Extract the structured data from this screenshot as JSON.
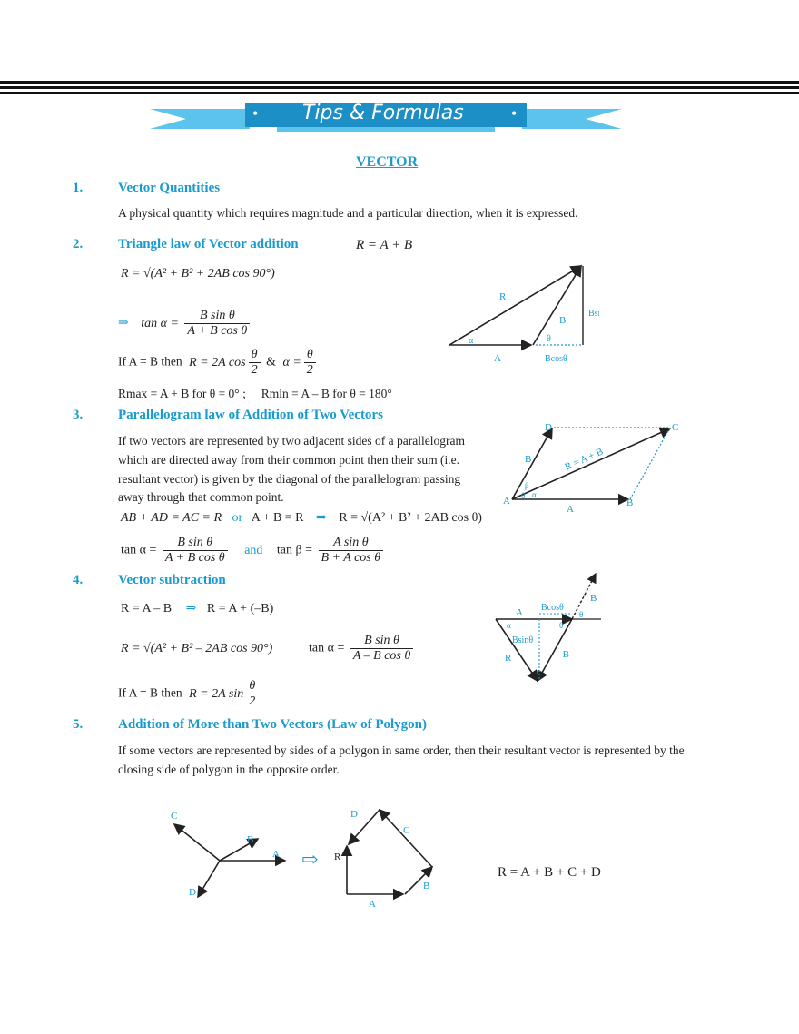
{
  "banner": {
    "title": "Tips & Formulas",
    "bullet": "•"
  },
  "heading": "VECTOR",
  "sections": [
    {
      "num": "1.",
      "title": "Vector Quantities"
    },
    {
      "num": "2.",
      "title": "Triangle law of Vector addition"
    },
    {
      "num": "3.",
      "title": "Parallelogram law of Addition of Two Vectors"
    },
    {
      "num": "4.",
      "title": "Vector subtraction"
    },
    {
      "num": "5.",
      "title": "Addition of More than Two Vectors (Law of Polygon)"
    }
  ],
  "s1": {
    "text": "A physical quantity which requires magnitude and a particular direction, when it is expressed."
  },
  "s2": {
    "header_eq": "R = A + B",
    "eq_r": "R = √(A² + B² + 2AB cos 90°)",
    "tan_prefix": "⇒",
    "tan_lhs": "tan α =",
    "tan_num": "B sin θ",
    "tan_den": "A + B cos θ",
    "ifab_text": "If A = B then",
    "ifab_eq": "R = 2A cos",
    "theta": "θ",
    "two": "2",
    "amp": "&",
    "alpha_eq": "α =",
    "rmax_rmin": "Rmax = A + B for θ = 0° ;     Rmin = A – B for θ = 180°",
    "fig": {
      "R": "R",
      "B": "B",
      "A": "A",
      "alpha": "α",
      "theta": "θ",
      "bsin": "Bsinθ",
      "bcos": "Bcosθ"
    }
  },
  "s3": {
    "para": [
      "If  two vectors are represented by two adjacent sides of a parallelogram",
      "which are directed away from their common point then their sum (i.e.",
      "resultant vector) is given by the diagonal of the parallelogram passing",
      "away through that common point."
    ],
    "eq1": "AB + AD = AC = R",
    "or": "or",
    "eq2": "A + B = R",
    "arrow": "⇒",
    "eq3": "R = √(A² + B² + 2AB cos θ)",
    "tana_lhs": "tan α =",
    "tana_num": "B sin θ",
    "tana_den": "A + B cos θ",
    "and": "and",
    "tanb_lhs": "tan β =",
    "tanb_num": "A sin θ",
    "tanb_den": "B + A cos θ",
    "fig": {
      "D": "D",
      "C": "C",
      "A": "A",
      "B": "B",
      "vecB": "B",
      "vecA": "A",
      "diag": "R = A + B",
      "beta": "β",
      "alpha": "α",
      "theta": "θ"
    }
  },
  "s4": {
    "eq1": "R = A – B",
    "arrow": "⇒",
    "eq2": "R = A + (–B)",
    "eq3": "R = √(A² + B² – 2AB cos 90°)",
    "tan_lhs": "tan α =",
    "tan_num": "B sin θ",
    "tan_den": "A – B cos θ",
    "ifab_text": "If A = B then",
    "ifab_eq": "R = 2A sin",
    "theta": "θ",
    "two": "2",
    "fig": {
      "A": "A",
      "B": "B",
      "R": "R",
      "negB": "-B",
      "bcos": "Bcosθ",
      "bsin": "Bsinθ",
      "alpha": "α",
      "theta": "θ"
    }
  },
  "s5": {
    "para": [
      "If some vectors are represented by sides of a polygon in same order, then their resultant vector is represented by the",
      "closing side of polygon in the opposite order."
    ],
    "eq": "R = A + B + C + D",
    "fig": {
      "A": "A",
      "B": "B",
      "C": "C",
      "D": "D",
      "R": "R",
      "arrow": "⇨"
    }
  },
  "colors": {
    "accent": "#1a9bcf",
    "banner_light": "#5bc3ec",
    "banner_dark": "#1b8fc6"
  }
}
